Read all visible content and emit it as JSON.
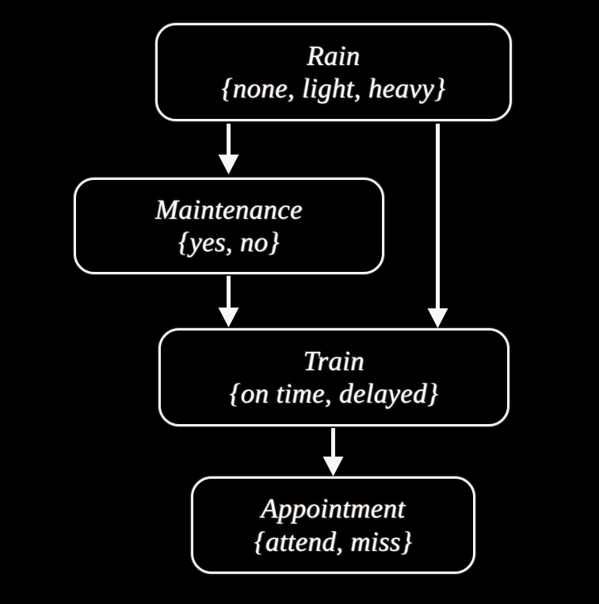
{
  "diagram": {
    "type": "bayesian-network",
    "background_color": "#000000",
    "stroke_color": "#f2f2f2",
    "nodes": [
      {
        "id": "rain",
        "name": "Rain",
        "states": "{none, light, heavy}"
      },
      {
        "id": "maintenance",
        "name": "Maintenance",
        "states": "{yes, no}"
      },
      {
        "id": "train",
        "name": "Train",
        "states": "{on time, delayed}"
      },
      {
        "id": "appointment",
        "name": "Appointment",
        "states": "{attend, miss}"
      }
    ],
    "edges": [
      {
        "id": "rain-maintenance",
        "from": "Rain",
        "to": "Maintenance"
      },
      {
        "id": "rain-train",
        "from": "Rain",
        "to": "Train"
      },
      {
        "id": "maintenance-train",
        "from": "Maintenance",
        "to": "Train"
      },
      {
        "id": "train-appointment",
        "from": "Train",
        "to": "Appointment"
      }
    ]
  }
}
